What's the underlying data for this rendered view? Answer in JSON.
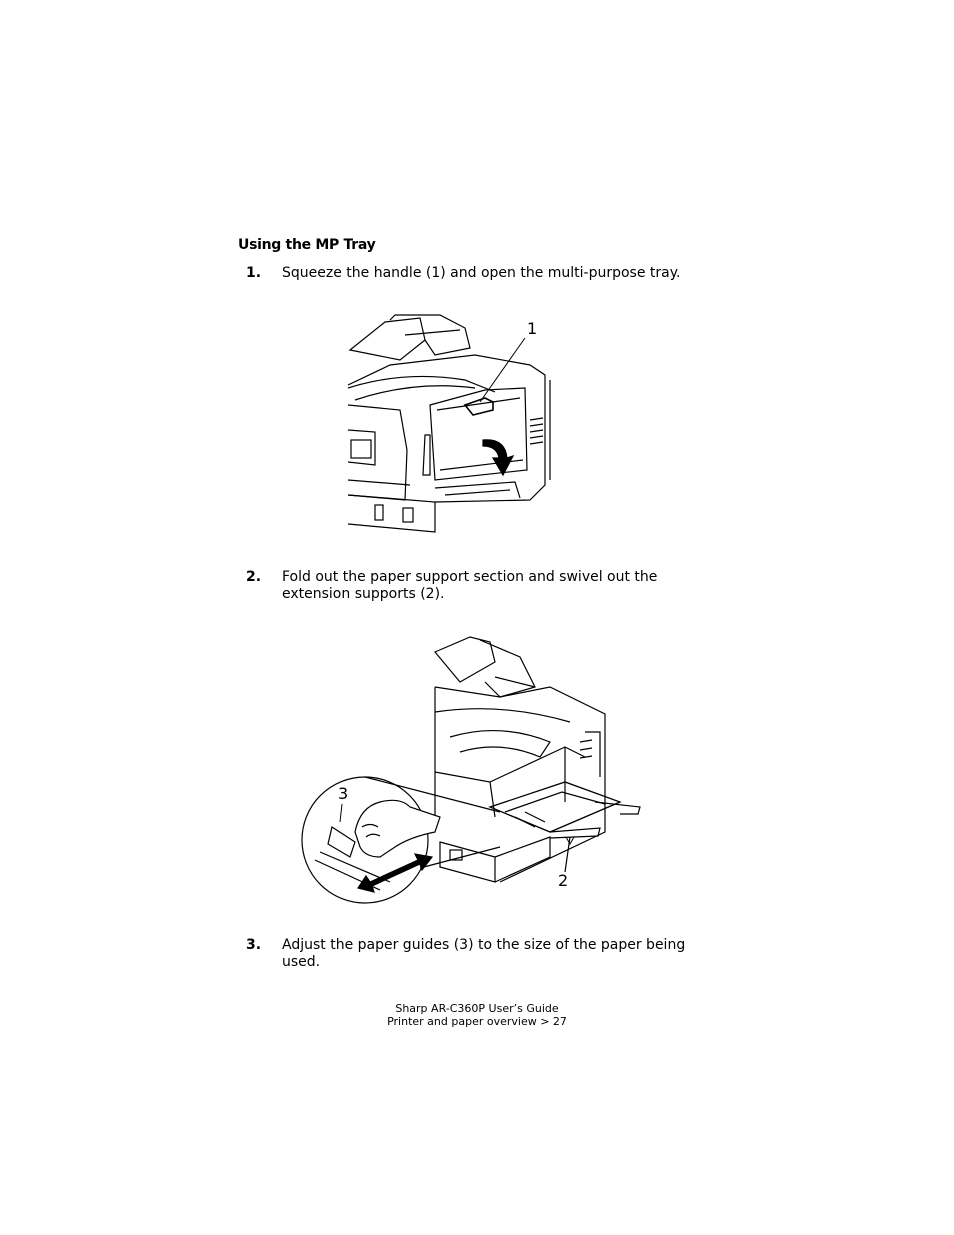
{
  "section": {
    "heading": "Using the MP Tray"
  },
  "steps": [
    {
      "number": "1.",
      "text": "Squeeze the handle (1) and open the multi-purpose tray."
    },
    {
      "number": "2.",
      "text": "Fold out the paper support section and swivel out the extension supports (2)."
    },
    {
      "number": "3.",
      "text": "Adjust the paper guides (3) to the size of the paper being used."
    }
  ],
  "figures": {
    "figure1": {
      "callouts": [
        "1"
      ]
    },
    "figure2": {
      "callouts": [
        "3",
        "2"
      ]
    }
  },
  "footer": {
    "line1": "Sharp AR-C360P User’s Guide",
    "line2": "Printer and paper overview > 27"
  }
}
